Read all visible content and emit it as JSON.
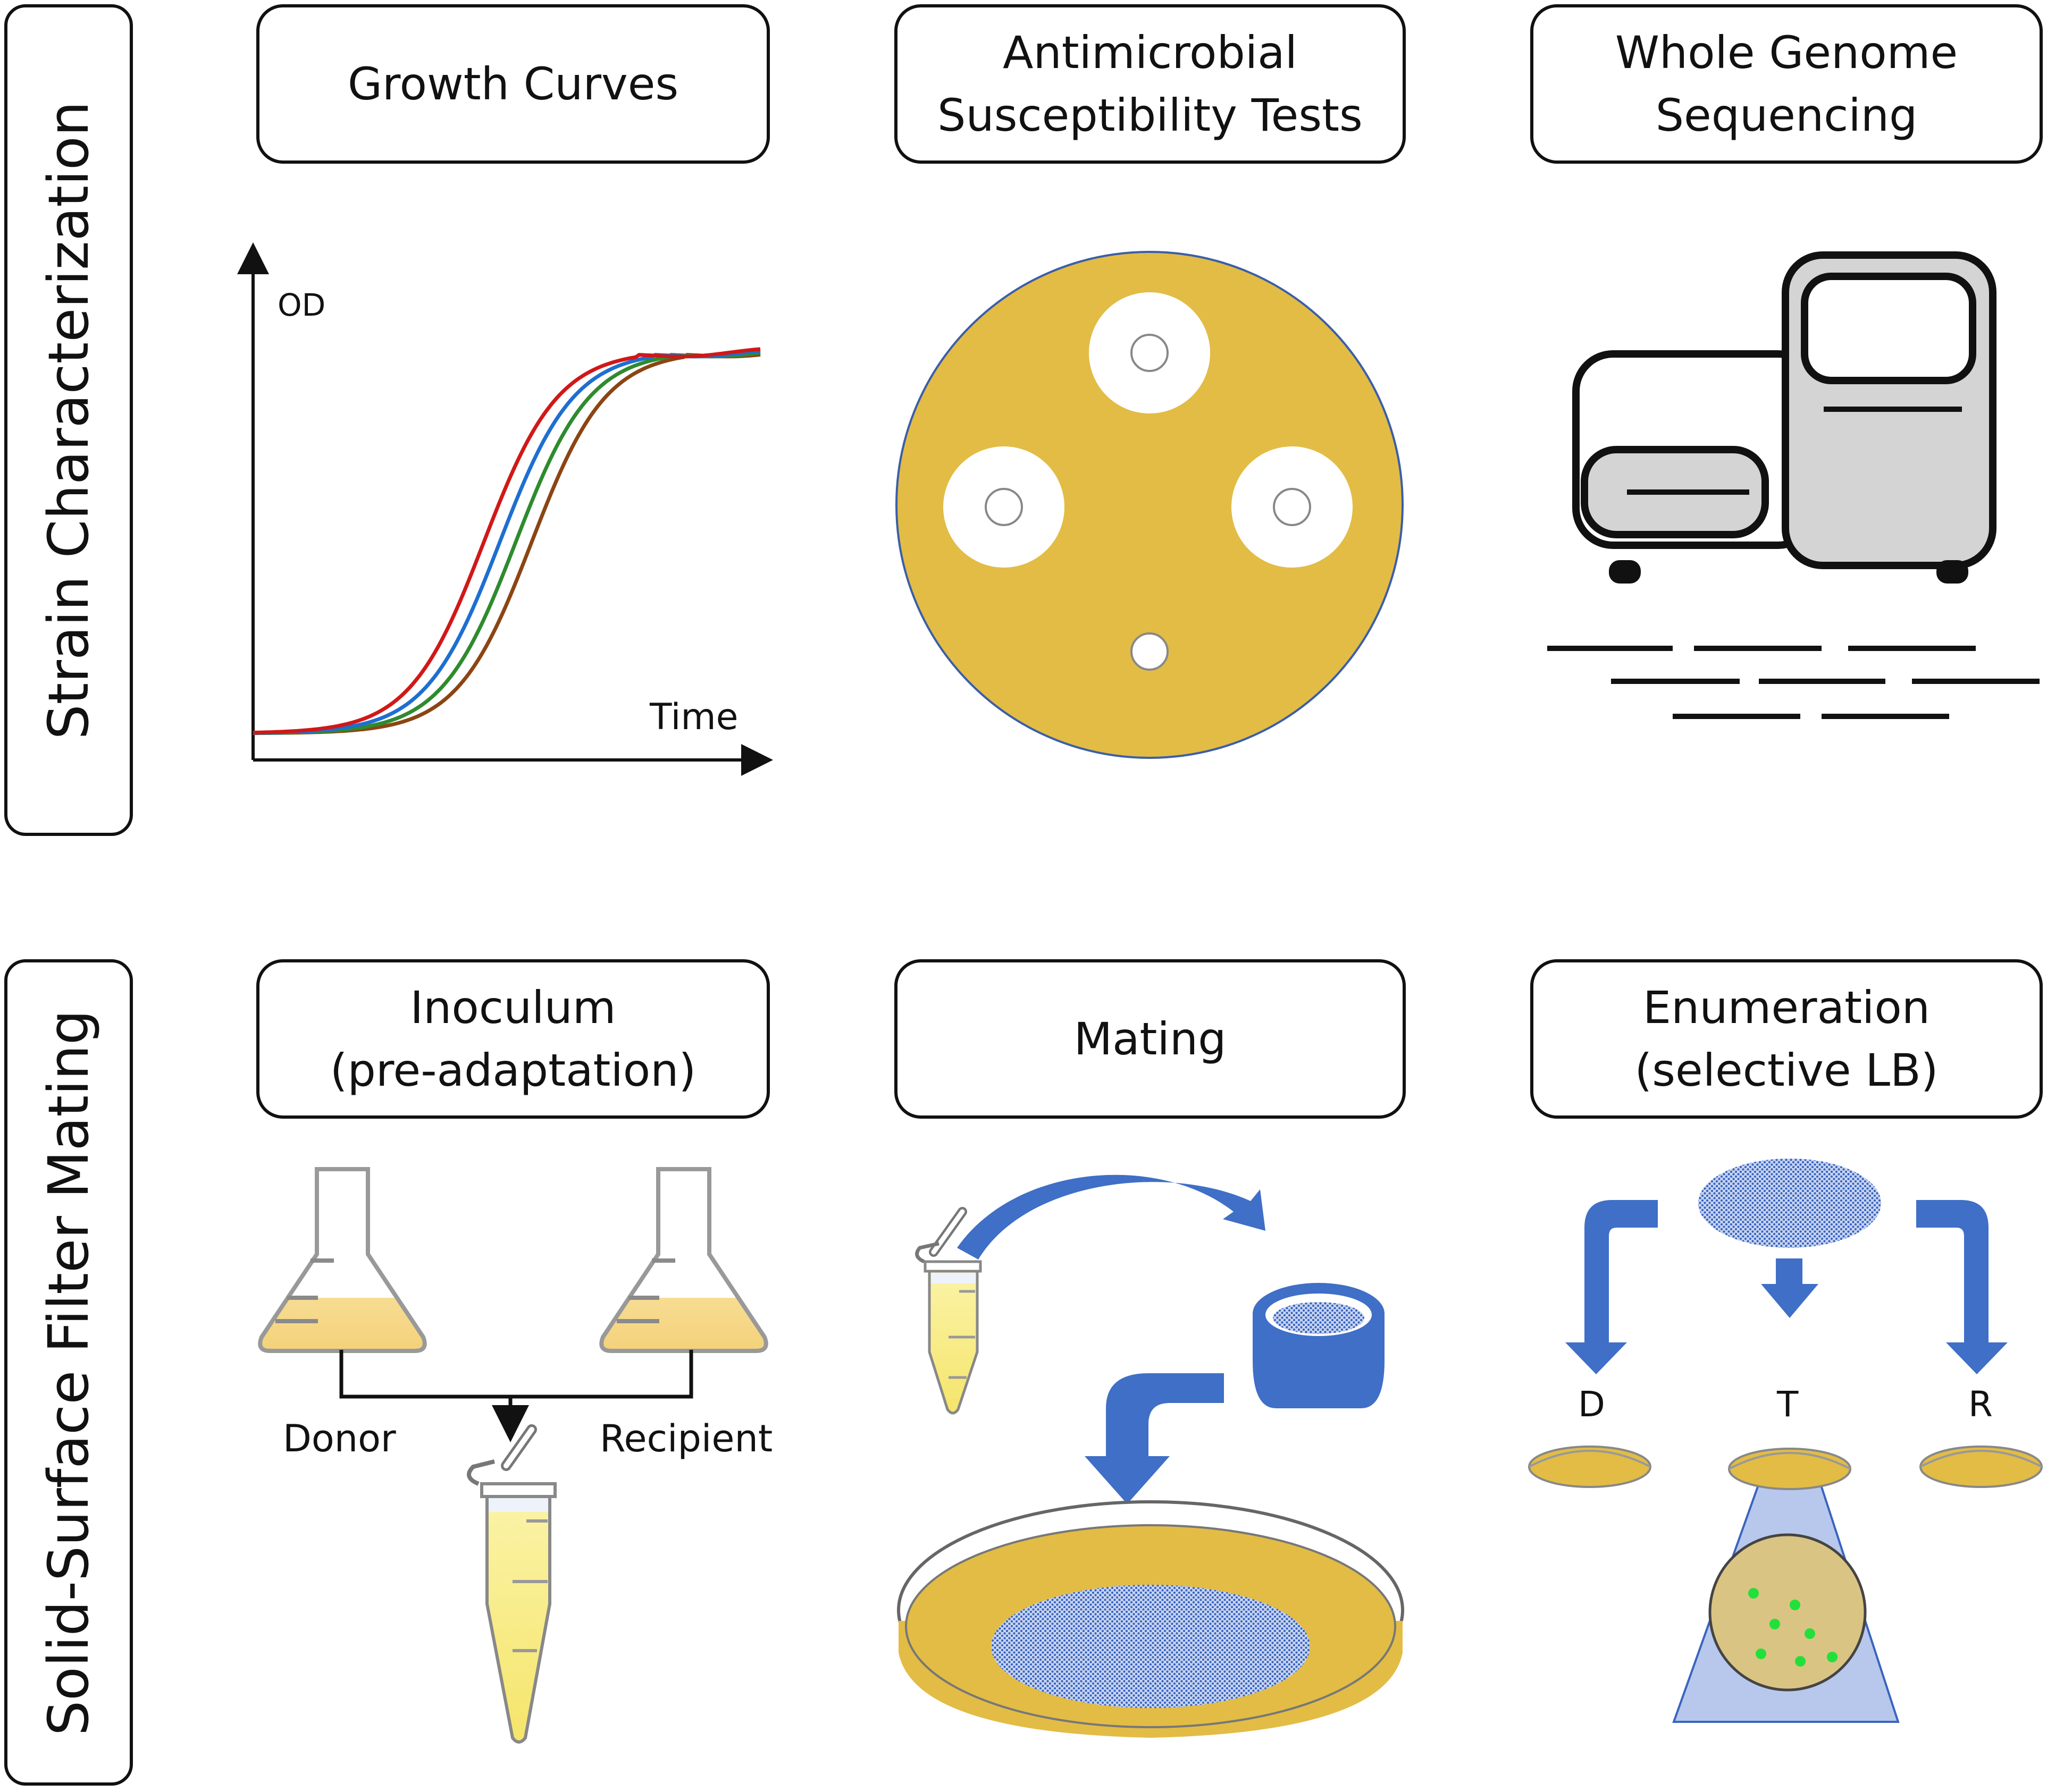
{
  "rows": {
    "top_label": "Strain Characterization",
    "bottom_label": "Solid-Surface Filter Mating"
  },
  "steps": {
    "growth_title": "Growth Curves",
    "ast_title_line1": "Antimicrobial",
    "ast_title_line2": "Susceptibility Tests",
    "wgs_title_line1": "Whole Genome",
    "wgs_title_line2": "Sequencing",
    "inoculum_line1": "Inoculum",
    "inoculum_line2": "(pre-adaptation)",
    "mating_title": "Mating",
    "enum_line1": "Enumeration",
    "enum_line2": "(selective LB)"
  },
  "growth_chart": {
    "ylabel": "OD",
    "xlabel": "Time",
    "curve_colors": [
      "#8b4513",
      "#2e8b2e",
      "#1e6fd0",
      "#d01818"
    ]
  },
  "inoculum": {
    "donor_label": "Donor",
    "recipient_label": "Recipient"
  },
  "enumeration": {
    "plate_d": "D",
    "plate_t": "T",
    "plate_r": "R"
  },
  "colors": {
    "agar": "#e2bc45",
    "blue_arrow": "#3f6fc6",
    "culture": "#f6dd86",
    "colony": "#22e03a"
  }
}
